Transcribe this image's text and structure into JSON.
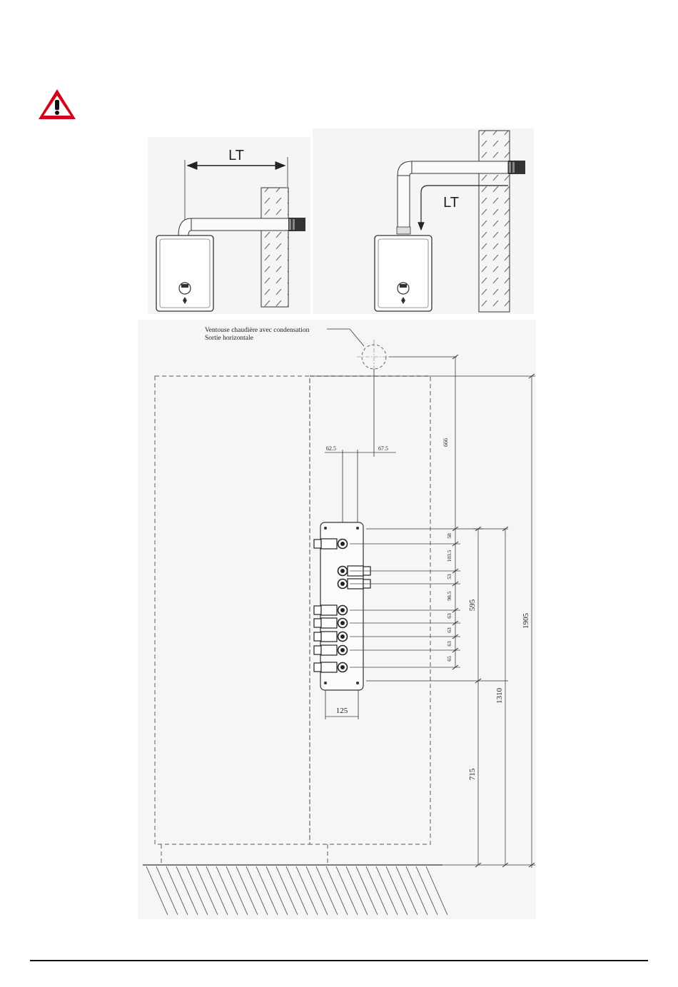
{
  "warning_icon": {
    "icon": "warning-triangle-icon",
    "color": "#d0021b"
  },
  "figure_top": {
    "left_view": {
      "lt_label": "LT"
    },
    "right_view": {
      "lt_label": "LT"
    }
  },
  "figure_bottom": {
    "callout_line1": "Ventouse chaudière avec condensation",
    "callout_line2": "Sortie horizontale",
    "dims": {
      "d62_5": "62.5",
      "d67_5": "67.5",
      "d666": "666",
      "d58": "58",
      "d103_5": "103.5",
      "d53a": "53",
      "d98_5": "98.5",
      "d63a": "63",
      "d63b": "63",
      "d63c": "63",
      "d65": "65",
      "d595": "595",
      "d1905": "1905",
      "d1310": "1310",
      "d715": "715",
      "d125": "125"
    }
  }
}
